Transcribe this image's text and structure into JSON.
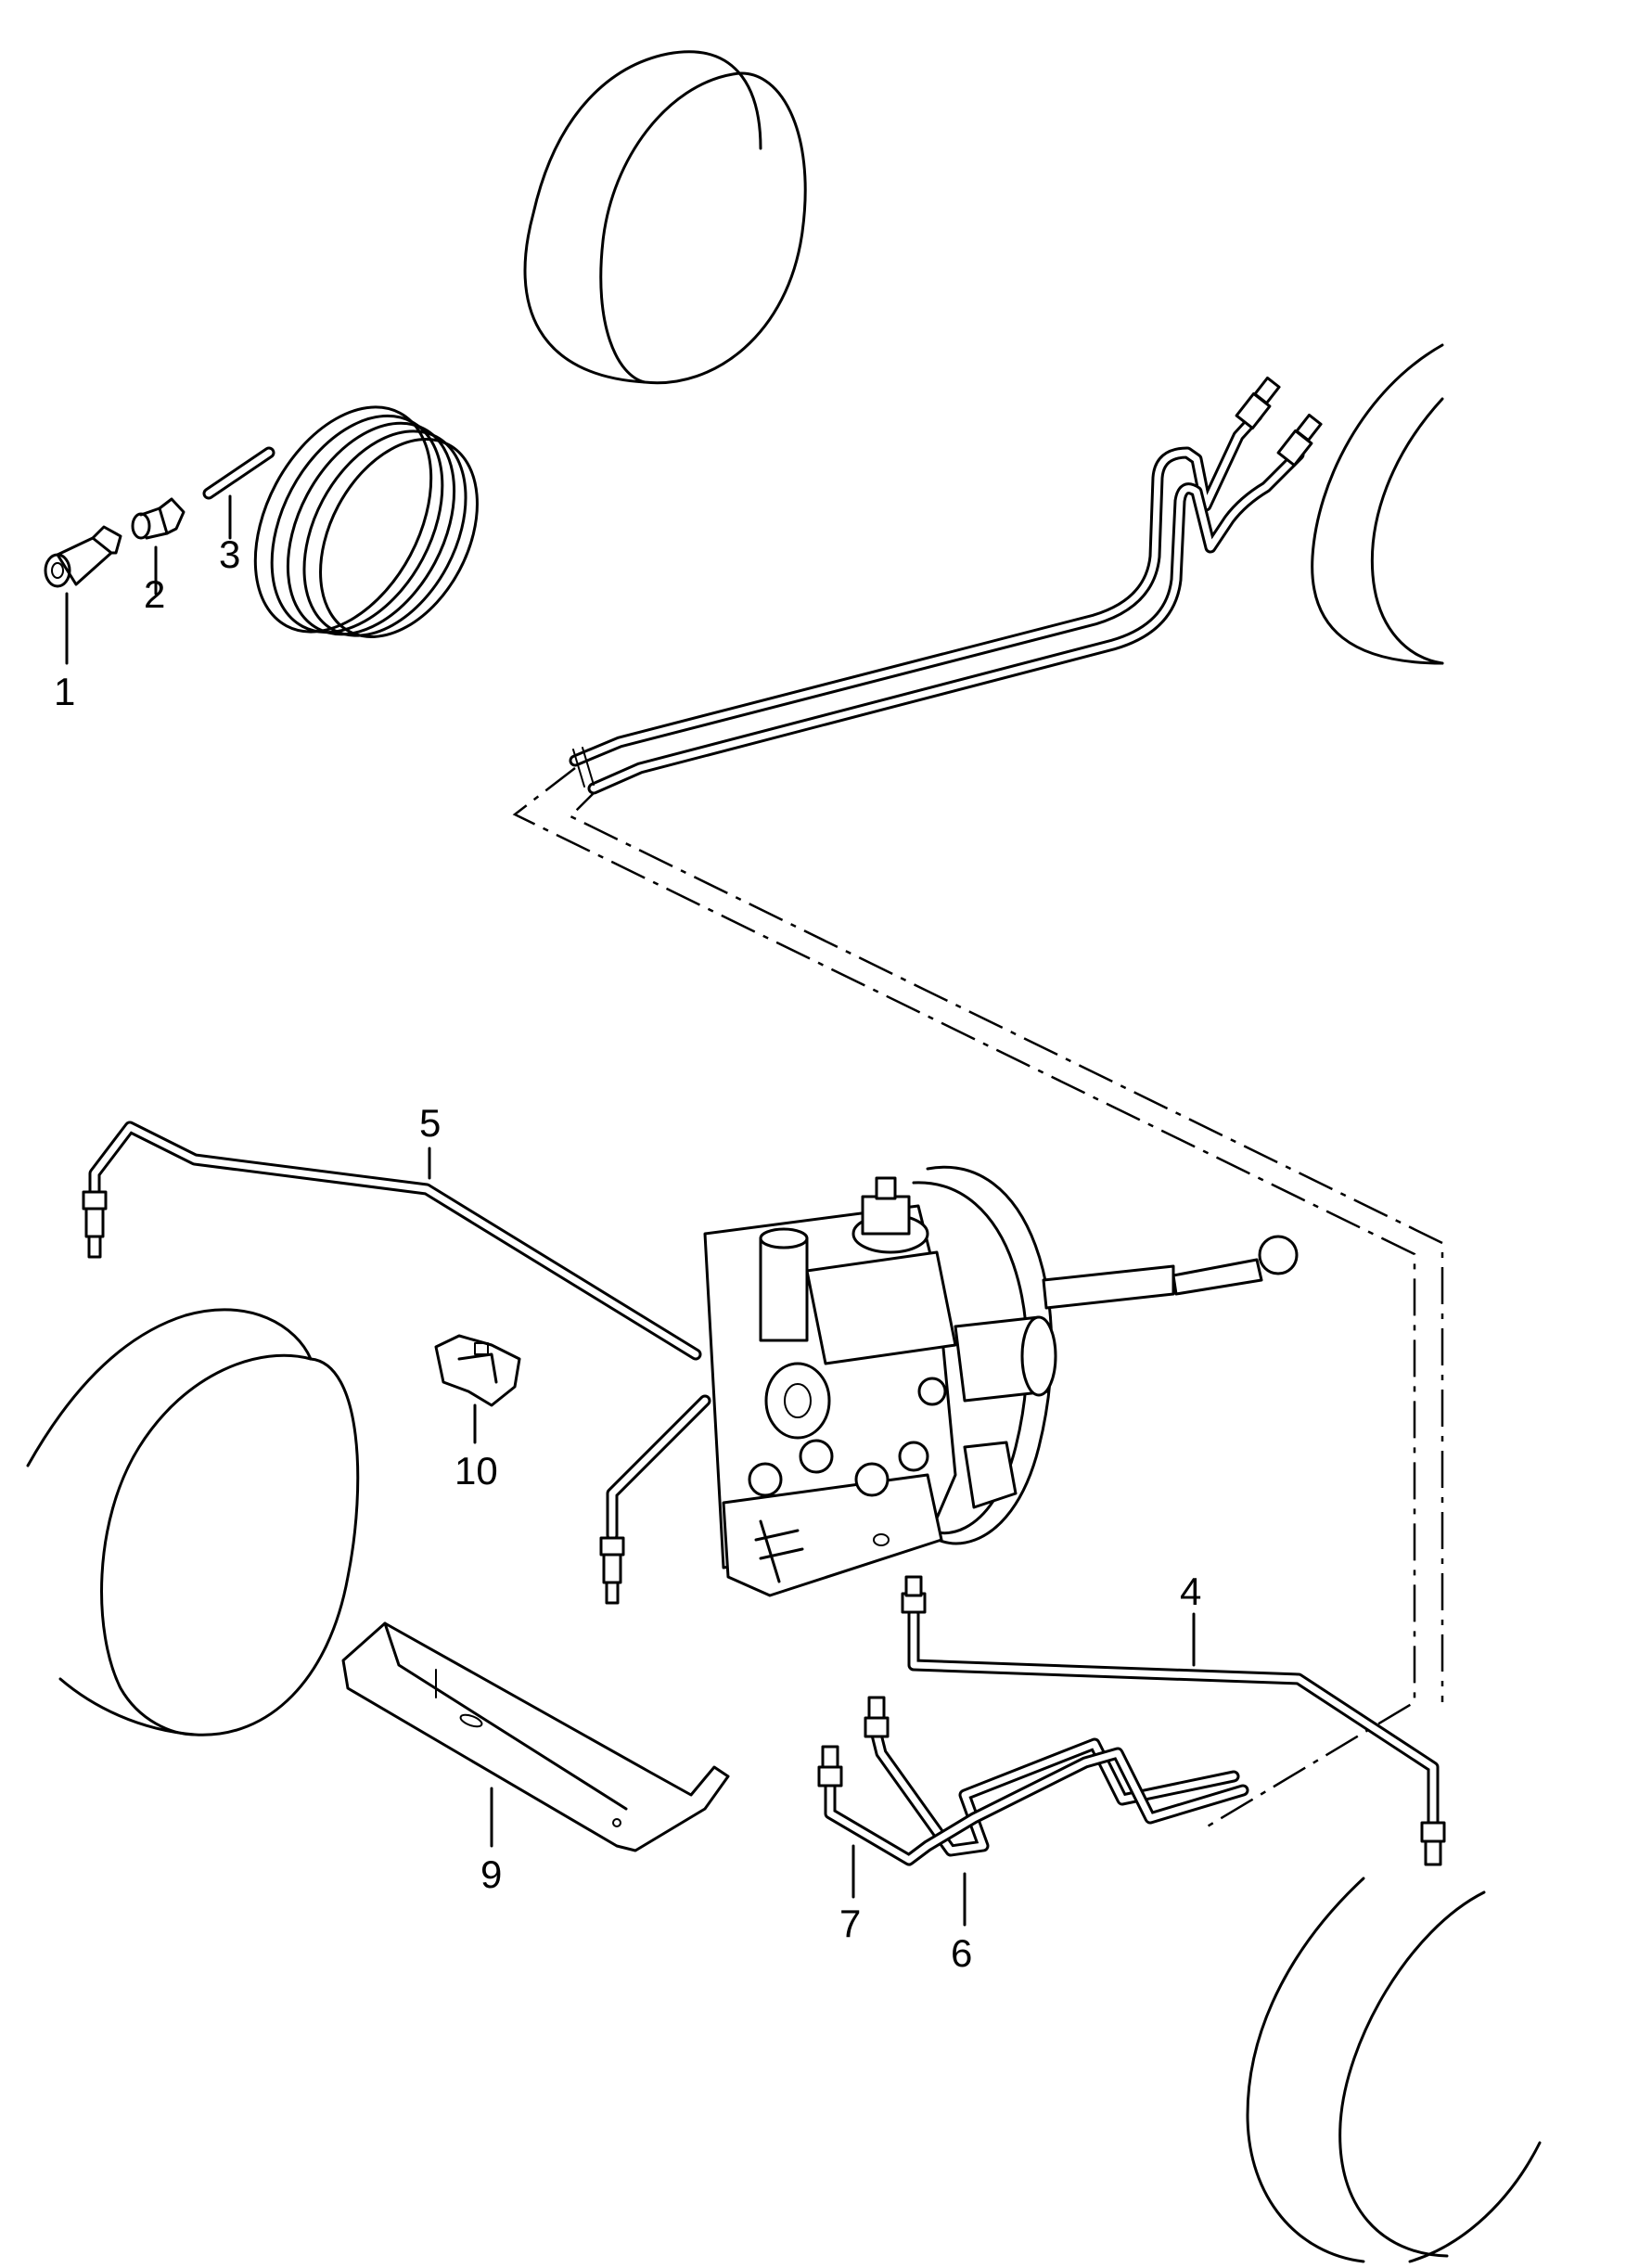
{
  "callouts": [
    {
      "id": "1",
      "label": "1"
    },
    {
      "id": "2",
      "label": "2"
    },
    {
      "id": "3",
      "label": "3"
    },
    {
      "id": "4",
      "label": "4"
    },
    {
      "id": "5",
      "label": "5"
    },
    {
      "id": "6",
      "label": "6"
    },
    {
      "id": "7",
      "label": "7"
    },
    {
      "id": "9",
      "label": "9"
    },
    {
      "id": "10",
      "label": "10"
    }
  ]
}
